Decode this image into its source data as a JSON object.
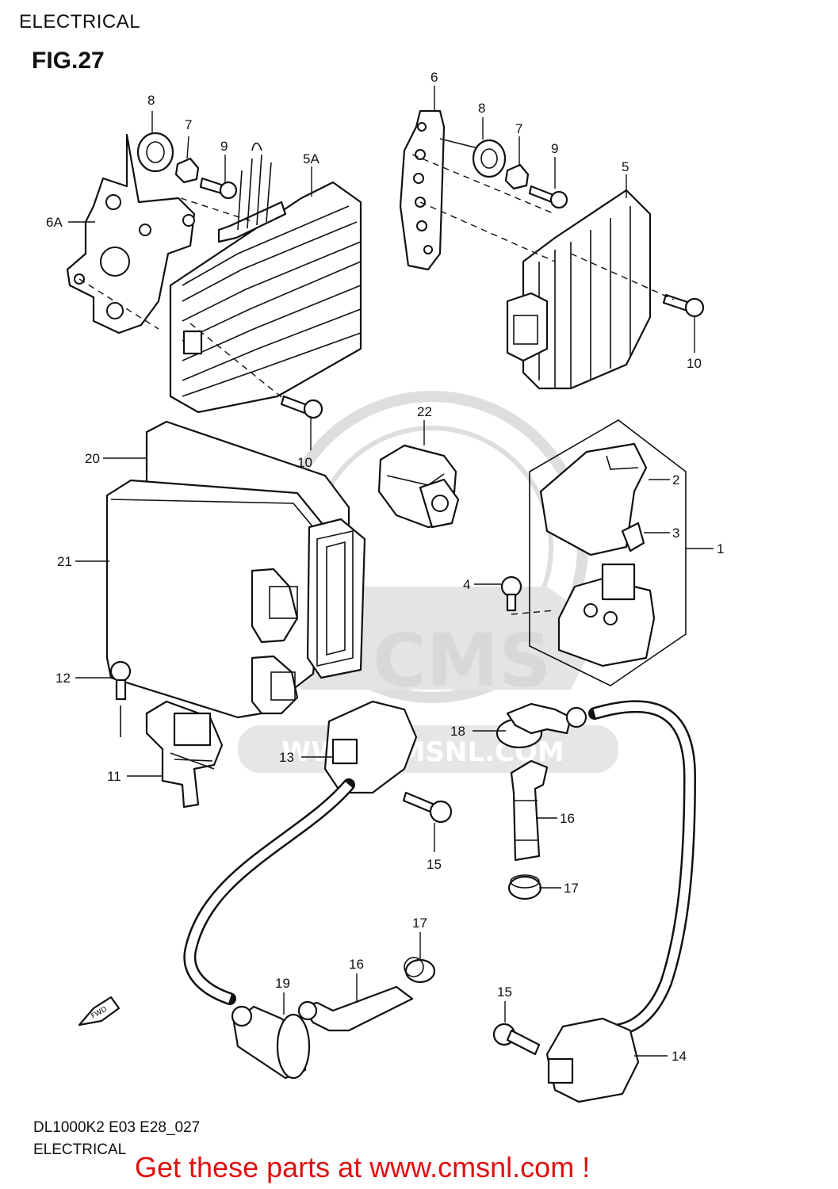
{
  "header": {
    "title": "ELECTRICAL",
    "figure": "FIG.27"
  },
  "footer": {
    "model_code": "DL1000K2 E03 E28_027",
    "section": "ELECTRICAL",
    "call_to_action": "Get these parts at www.cmsnl.com !"
  },
  "watermark": {
    "brand": "CMS",
    "url": "WWW.CMSNL.COM"
  },
  "fwd_arrow": {
    "label": "FWD"
  },
  "callouts": [
    {
      "id": "c8a",
      "label": "8"
    },
    {
      "id": "c7a",
      "label": "7"
    },
    {
      "id": "c9a",
      "label": "9"
    },
    {
      "id": "c5A",
      "label": "5A"
    },
    {
      "id": "c6A",
      "label": "6A"
    },
    {
      "id": "c6",
      "label": "6"
    },
    {
      "id": "c8b",
      "label": "8"
    },
    {
      "id": "c7b",
      "label": "7"
    },
    {
      "id": "c9b",
      "label": "9"
    },
    {
      "id": "c5",
      "label": "5"
    },
    {
      "id": "c10a",
      "label": "10"
    },
    {
      "id": "c10b",
      "label": "10"
    },
    {
      "id": "c22",
      "label": "22"
    },
    {
      "id": "c20",
      "label": "20"
    },
    {
      "id": "c21",
      "label": "21"
    },
    {
      "id": "c2",
      "label": "2"
    },
    {
      "id": "c3",
      "label": "3"
    },
    {
      "id": "c1",
      "label": "1"
    },
    {
      "id": "c4",
      "label": "4"
    },
    {
      "id": "c12",
      "label": "12"
    },
    {
      "id": "c11",
      "label": "11"
    },
    {
      "id": "c13",
      "label": "13"
    },
    {
      "id": "c18",
      "label": "18"
    },
    {
      "id": "c16a",
      "label": "16"
    },
    {
      "id": "c15a",
      "label": "15"
    },
    {
      "id": "c17a",
      "label": "17"
    },
    {
      "id": "c17b",
      "label": "17"
    },
    {
      "id": "c16b",
      "label": "16"
    },
    {
      "id": "c19",
      "label": "19"
    },
    {
      "id": "c15b",
      "label": "15"
    },
    {
      "id": "c14",
      "label": "14"
    }
  ]
}
